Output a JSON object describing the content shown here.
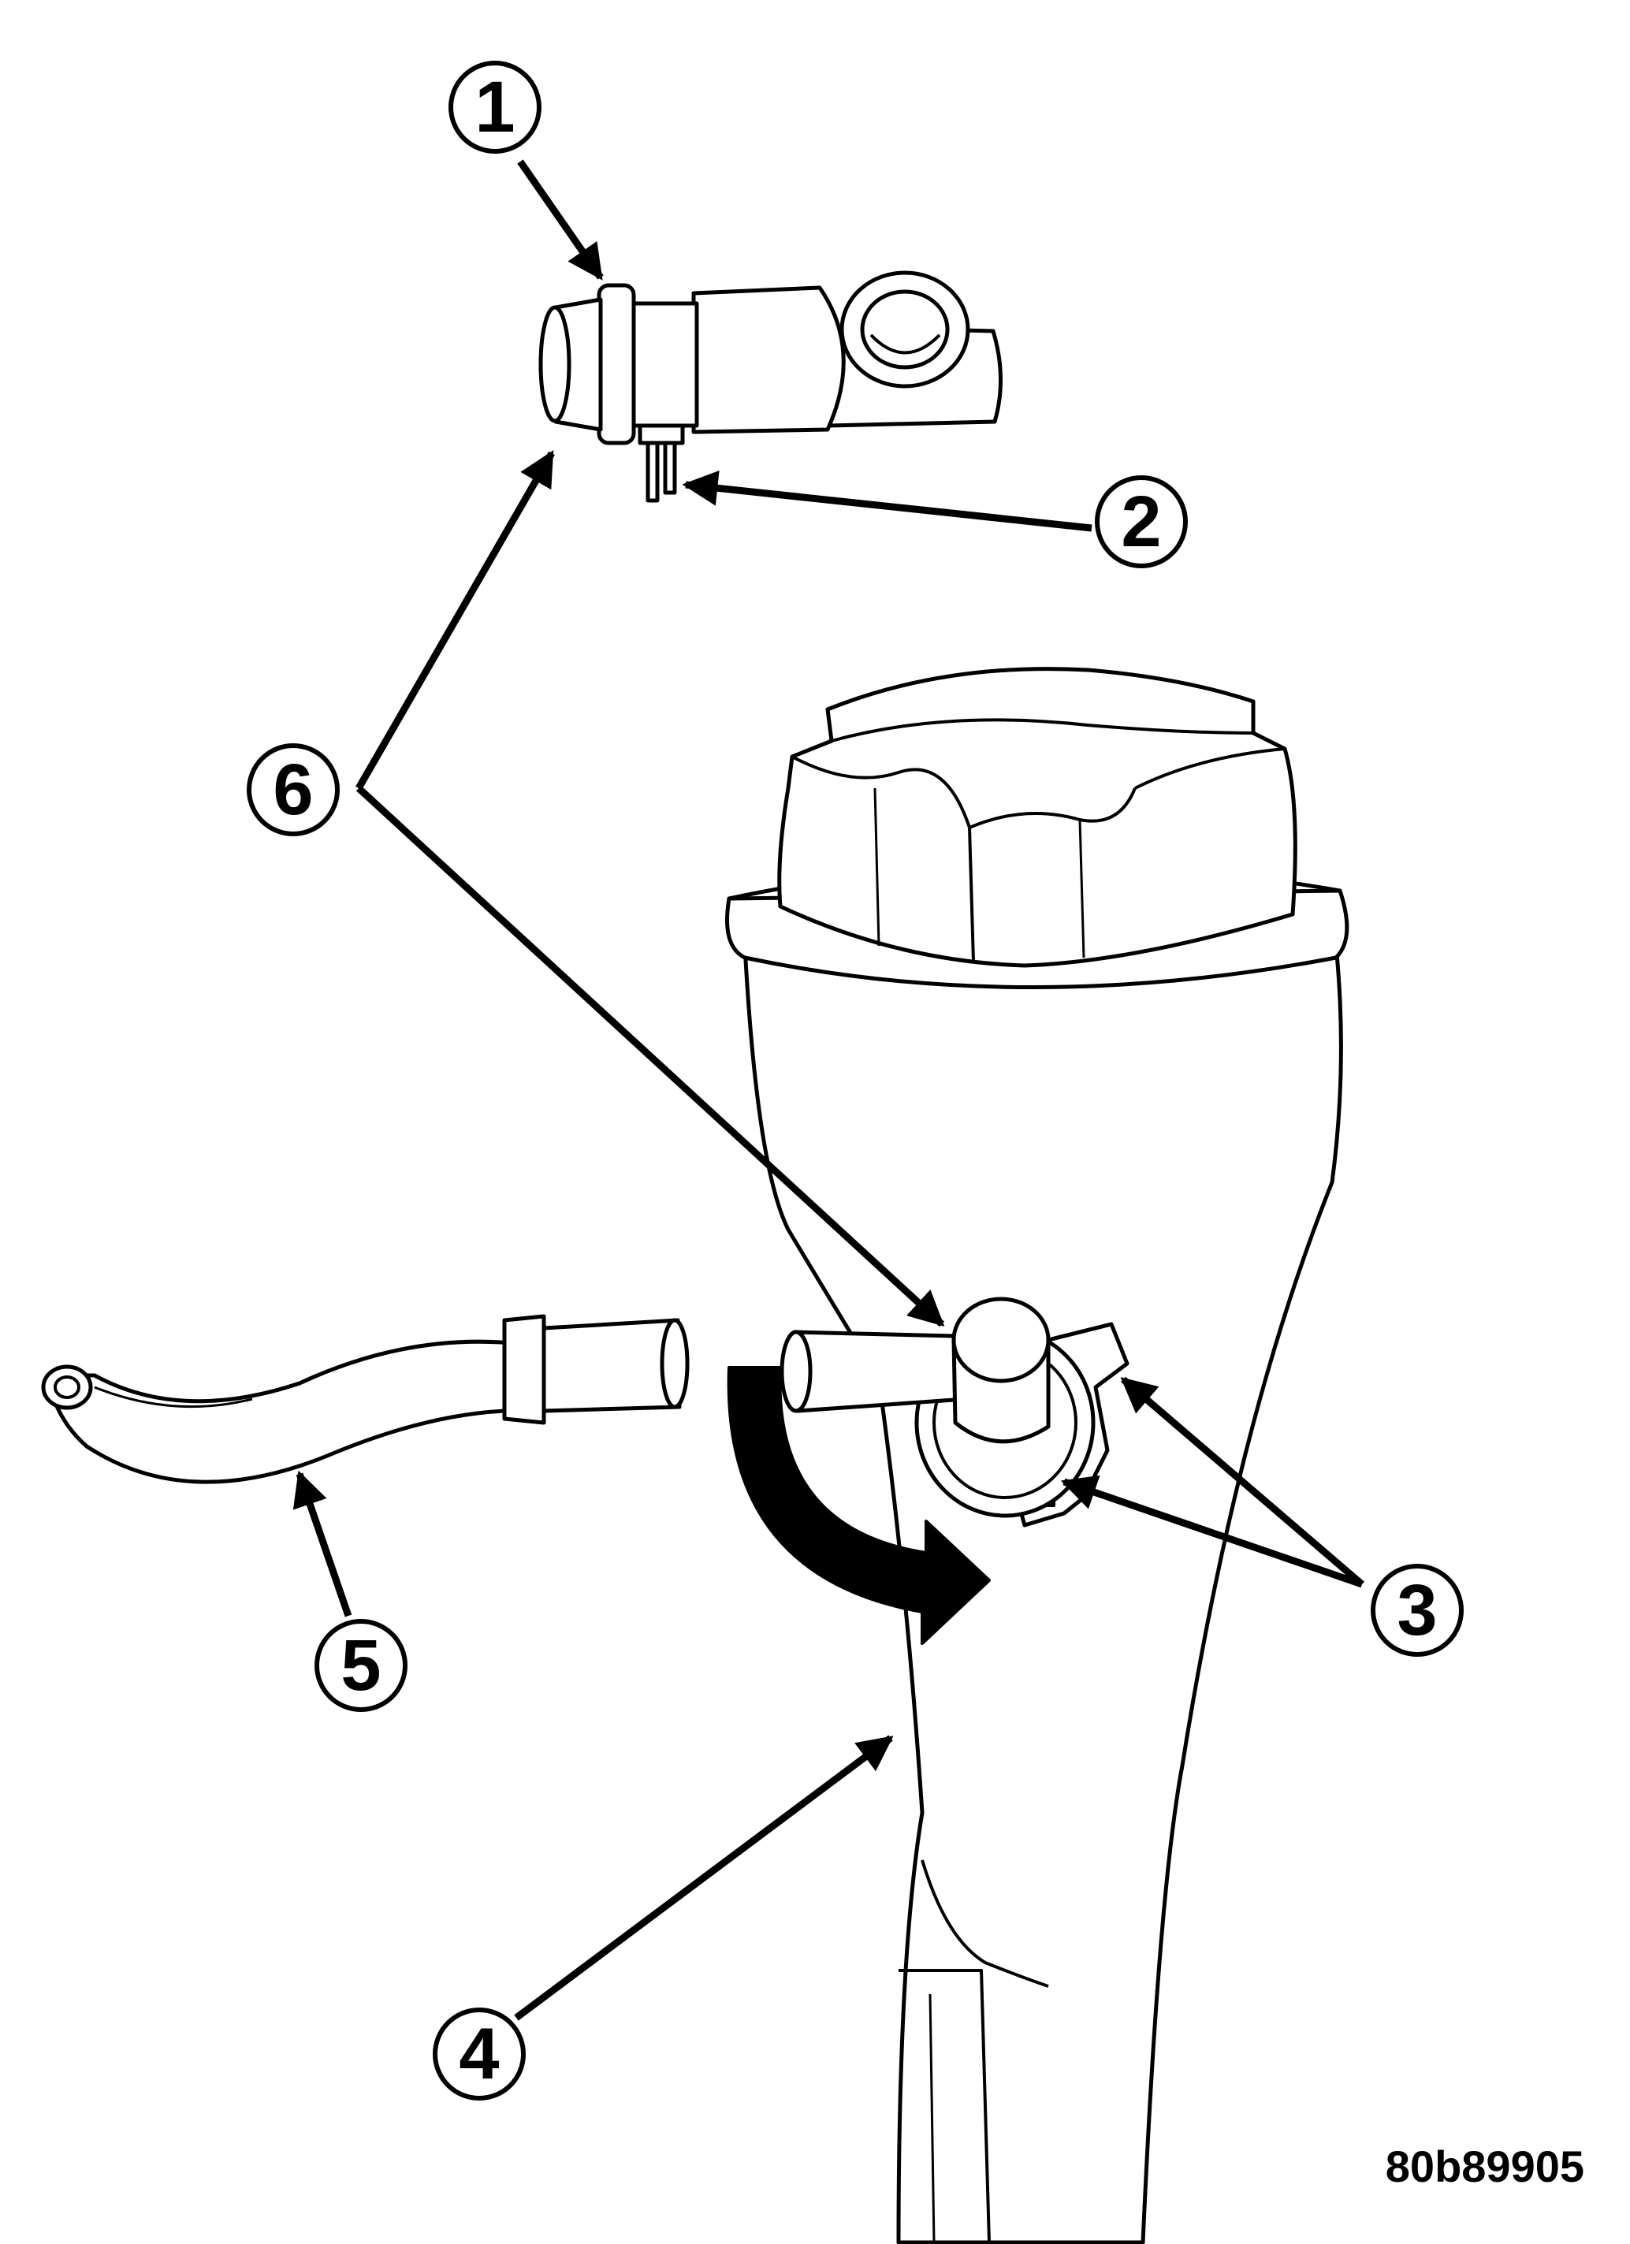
{
  "callouts": [
    {
      "id": "1",
      "label": "1"
    },
    {
      "id": "2",
      "label": "2"
    },
    {
      "id": "3",
      "label": "3"
    },
    {
      "id": "4",
      "label": "4"
    },
    {
      "id": "5",
      "label": "5"
    },
    {
      "id": "6",
      "label": "6"
    }
  ],
  "figure_code": "80b89905",
  "colors": {
    "ink": "#000000",
    "paper": "#ffffff"
  }
}
